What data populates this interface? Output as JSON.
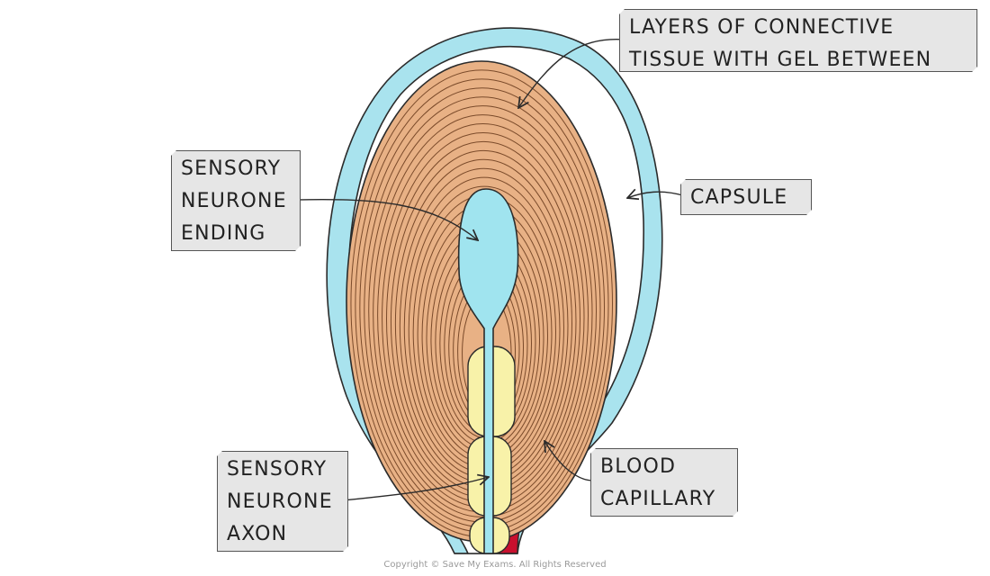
{
  "labels": {
    "layers": [
      "LAYERS OF CONNECTIVE",
      "TISSUE WITH GEL BETWEEN"
    ],
    "ending": [
      "SENSORY",
      "NEURONE",
      "ENDING"
    ],
    "capsule": [
      "CAPSULE"
    ],
    "axon": [
      "SENSORY",
      "NEURONE",
      "AXON"
    ],
    "capillary": [
      "BLOOD",
      "CAPILLARY"
    ]
  },
  "copyright": "Copyright © Save My Exams. All Rights Reserved",
  "colors": {
    "capsule": "#a9e3ee",
    "lamellae": "#e8b185",
    "lamella_lines": "#7a4a2a",
    "neurone_ending": "#a0e4ef",
    "myelin": "#f8f2a9",
    "capillary": "#c8102e",
    "label_bg": "#e6e6e6",
    "outline": "#2b2b2b"
  }
}
